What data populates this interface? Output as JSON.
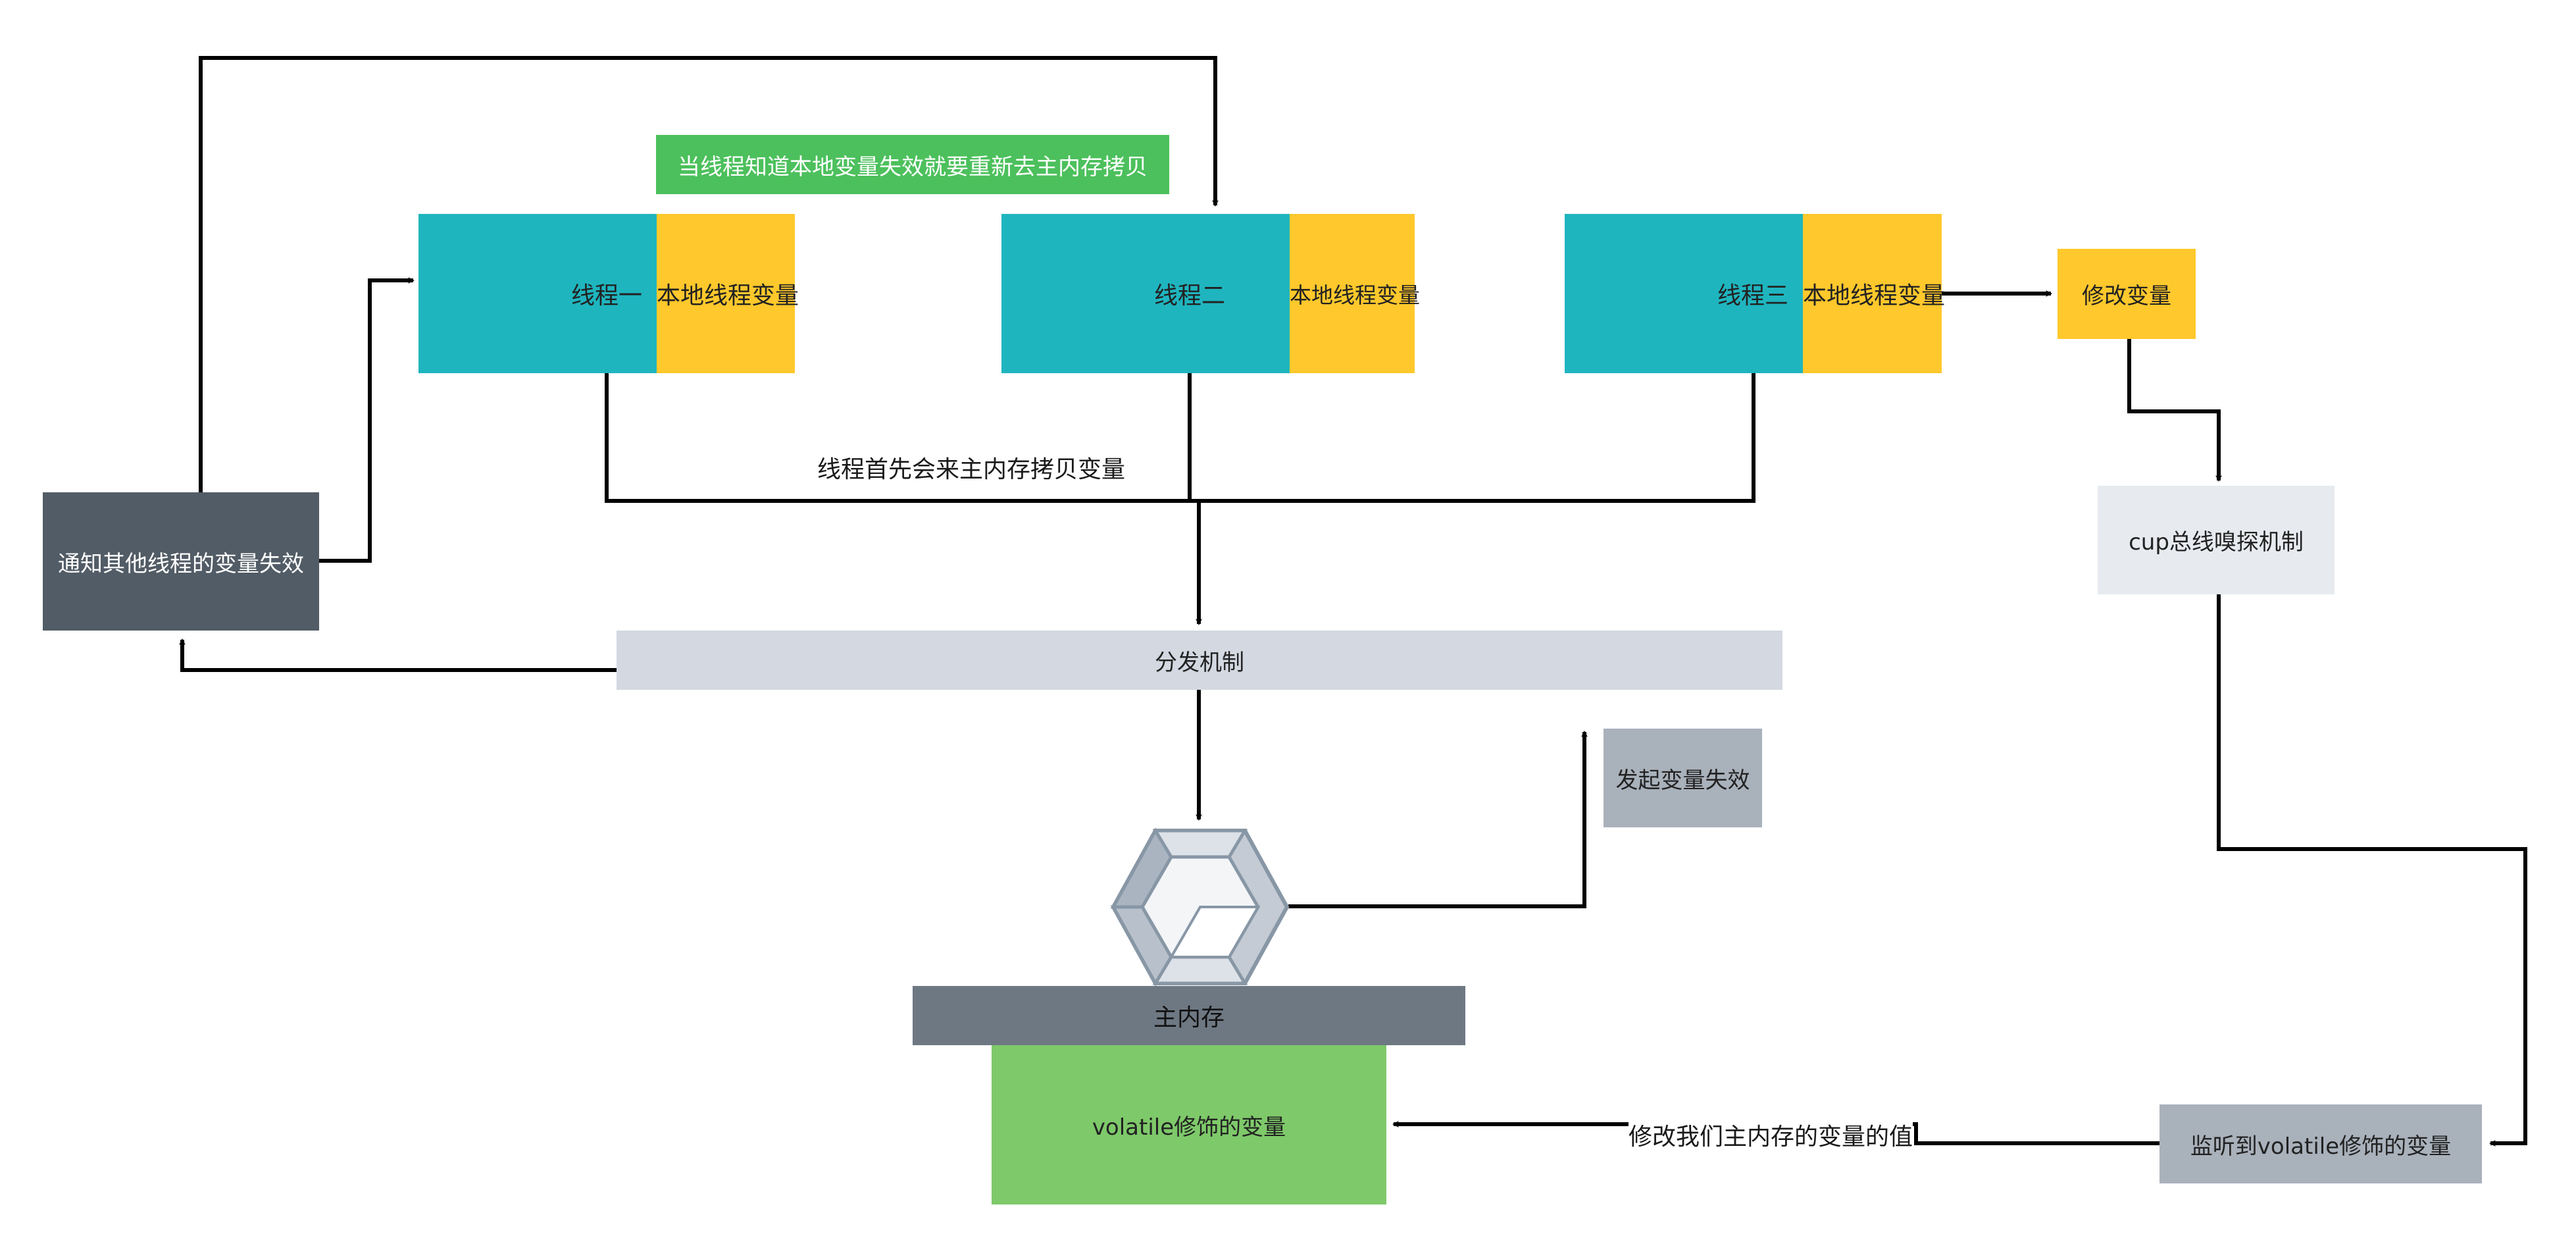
{
  "colors": {
    "teal": "#1fb5bf",
    "yellow": "#ffc82c",
    "green_banner": "#4cc05c",
    "green_memory": "#7ec96a",
    "dark_slate": "#525c66",
    "main_memory_bar": "#6e7883",
    "dispatch_bar": "#d3d8e1",
    "trigger_box": "#a9b1bb",
    "sniff_box": "#e7eaef",
    "listen_box": "#a9b1bb"
  },
  "banner": {
    "text": "当线程知道本地变量失效就要重新去主内存拷贝"
  },
  "threads": [
    {
      "name": "线程一",
      "local": "本地线程变量"
    },
    {
      "name": "线程二",
      "local": "本地线程变量"
    },
    {
      "name": "线程三",
      "local": "本地线程变量"
    }
  ],
  "notify_box": {
    "text": "通知其他线程的变量失效"
  },
  "copy_label": {
    "text": "线程首先会来主内存拷贝变量"
  },
  "dispatch": {
    "text": "分发机制"
  },
  "modify_var": {
    "text": "修改变量"
  },
  "sniff": {
    "text": "cup总线嗅探机制"
  },
  "trigger": {
    "text": "发起变量失效"
  },
  "main_memory": {
    "text": "主内存"
  },
  "volatile_var": {
    "text": "volatile修饰的变量"
  },
  "modify_main_label": {
    "text": "修改我们主内存的变量的值"
  },
  "listen_box": {
    "text": "监听到volatile修饰的变量"
  },
  "icons": {
    "hub": "hexagon-cube-icon"
  }
}
